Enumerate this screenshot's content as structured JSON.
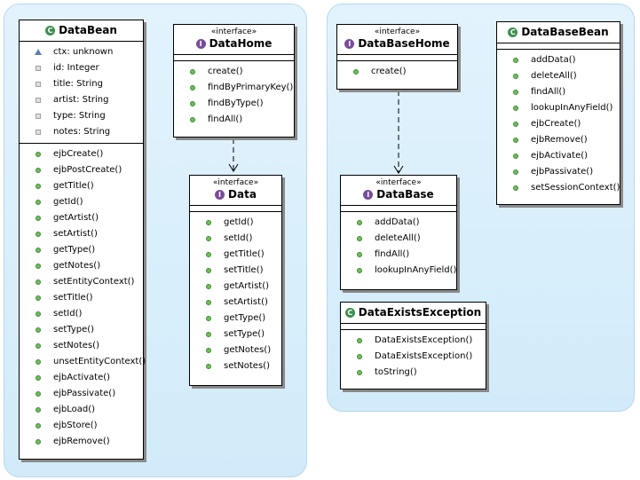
{
  "classes": {
    "databean": {
      "name": "DataBean",
      "fields": [
        {
          "text": "ctx: unknown",
          "vis": "package"
        },
        {
          "text": "id: Integer",
          "vis": "private"
        },
        {
          "text": "title: String",
          "vis": "private"
        },
        {
          "text": "artist: String",
          "vis": "private"
        },
        {
          "text": "type: String",
          "vis": "private"
        },
        {
          "text": "notes: String",
          "vis": "private"
        }
      ],
      "methods": [
        "ejbCreate()",
        "ejbPostCreate()",
        "getTitle()",
        "getId()",
        "getArtist()",
        "setArtist()",
        "getType()",
        "getNotes()",
        "setEntityContext()",
        "setTitle()",
        "setId()",
        "setType()",
        "setNotes()",
        "unsetEntityContext()",
        "ejbActivate()",
        "ejbPassivate()",
        "ejbLoad()",
        "ejbStore()",
        "ejbRemove()"
      ]
    },
    "datahome": {
      "stereotype": "«interface»",
      "name": "DataHome",
      "methods": [
        "create()",
        "findByPrimaryKey()",
        "findByType()",
        "findAll()"
      ]
    },
    "data": {
      "stereotype": "«interface»",
      "name": "Data",
      "methods": [
        "getId()",
        "setId()",
        "getTitle()",
        "setTitle()",
        "getArtist()",
        "setArtist()",
        "getType()",
        "setType()",
        "getNotes()",
        "setNotes()"
      ]
    },
    "databasehome": {
      "stereotype": "«interface»",
      "name": "DataBaseHome",
      "methods": [
        "create()"
      ]
    },
    "database": {
      "stereotype": "«interface»",
      "name": "DataBase",
      "methods": [
        "addData()",
        "deleteAll()",
        "findAll()",
        "lookupInAnyField()"
      ]
    },
    "databasebean": {
      "name": "DataBaseBean",
      "methods": [
        "addData()",
        "deleteAll()",
        "findAll()",
        "lookupInAnyField()",
        "ejbCreate()",
        "ejbRemove()",
        "ejbActivate()",
        "ejbPassivate()",
        "setSessionContext()"
      ]
    },
    "dataexistsexception": {
      "name": "DataExistsException",
      "methods": [
        "DataExistsException()",
        "DataExistsException()",
        "toString()"
      ]
    }
  },
  "icons": {
    "class_badge": "C",
    "interface_badge": "I"
  },
  "colors": {
    "package_bg": "#d9eefb",
    "class_badge": "#3d8f4f",
    "interface_badge": "#7a4b9c",
    "method_dot": "#6fbf5a"
  }
}
